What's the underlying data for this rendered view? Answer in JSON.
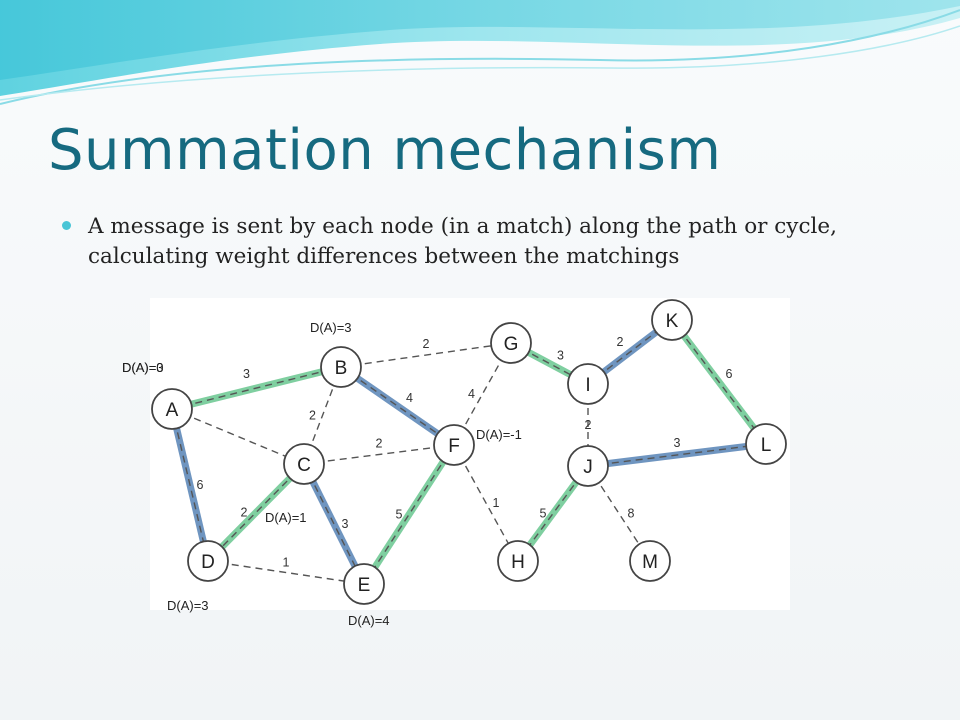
{
  "slide": {
    "title": "Summation mechanism",
    "bullets": [
      "A message is sent by each node (in a match) along the path or cycle, calculating weight differences between the matchings"
    ]
  },
  "colors": {
    "title": "#166a80",
    "bullet": "#49c5d6",
    "match_green": "#7fcfa0",
    "match_blue": "#6f95c0",
    "dashed_edge": "#555555"
  },
  "graph": {
    "nodes": [
      {
        "id": "A",
        "label": "A"
      },
      {
        "id": "B",
        "label": "B"
      },
      {
        "id": "C",
        "label": "C"
      },
      {
        "id": "D",
        "label": "D"
      },
      {
        "id": "E",
        "label": "E"
      },
      {
        "id": "F",
        "label": "F"
      },
      {
        "id": "G",
        "label": "G"
      },
      {
        "id": "H",
        "label": "H"
      },
      {
        "id": "I",
        "label": "I"
      },
      {
        "id": "J",
        "label": "J"
      },
      {
        "id": "K",
        "label": "K"
      },
      {
        "id": "L",
        "label": "L"
      },
      {
        "id": "M",
        "label": "M"
      }
    ],
    "edges": [
      {
        "from": "A",
        "to": "B",
        "weight": "3",
        "match": "green"
      },
      {
        "from": "A",
        "to": "C",
        "weight": "",
        "match": "none"
      },
      {
        "from": "A",
        "to": "D",
        "weight": "6",
        "match": "blue"
      },
      {
        "from": "B",
        "to": "G",
        "weight": "2",
        "match": "none"
      },
      {
        "from": "B",
        "to": "C",
        "weight": "2",
        "match": "none"
      },
      {
        "from": "B",
        "to": "F",
        "weight": "4",
        "match": "blue"
      },
      {
        "from": "C",
        "to": "F",
        "weight": "2",
        "match": "none"
      },
      {
        "from": "C",
        "to": "D",
        "weight": "2",
        "match": "green"
      },
      {
        "from": "C",
        "to": "E",
        "weight": "3",
        "match": "blue"
      },
      {
        "from": "D",
        "to": "E",
        "weight": "1",
        "match": "none"
      },
      {
        "from": "F",
        "to": "E",
        "weight": "5",
        "match": "green"
      },
      {
        "from": "F",
        "to": "G",
        "weight": "4",
        "match": "none"
      },
      {
        "from": "F",
        "to": "H",
        "weight": "1",
        "match": "none"
      },
      {
        "from": "G",
        "to": "I",
        "weight": "3",
        "match": "green"
      },
      {
        "from": "I",
        "to": "K",
        "weight": "2",
        "match": "blue"
      },
      {
        "from": "I",
        "to": "J",
        "weight": "2",
        "match": "none"
      },
      {
        "from": "K",
        "to": "L",
        "weight": "6",
        "match": "green"
      },
      {
        "from": "J",
        "to": "L",
        "weight": "3",
        "match": "blue"
      },
      {
        "from": "J",
        "to": "H",
        "weight": "5",
        "match": "green"
      },
      {
        "from": "J",
        "to": "M",
        "weight": "8",
        "match": "none"
      }
    ],
    "d_labels": [
      {
        "near": "A",
        "text": "D(A)=0"
      },
      {
        "near": "A",
        "text": "D(A)=3"
      },
      {
        "near": "B",
        "text": "D(A)=3"
      },
      {
        "near": "F",
        "text": "D(A)=-1"
      },
      {
        "near": "C",
        "text": "D(A)=1"
      },
      {
        "near": "D",
        "text": "D(A)=3"
      },
      {
        "near": "E",
        "text": "D(A)=4"
      }
    ]
  }
}
